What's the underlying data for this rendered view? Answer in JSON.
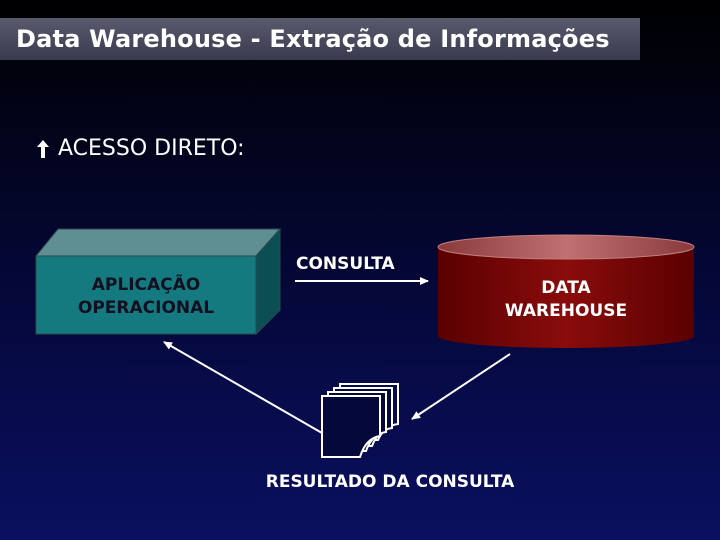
{
  "title": "Data  Warehouse - Extração de Informações",
  "bullet": {
    "icon": "arrow-up-icon",
    "label": "ACESSO DIRETO:"
  },
  "diagram": {
    "app_box": {
      "line1": "APLICAÇÃO",
      "line2": "OPERACIONAL"
    },
    "warehouse": {
      "line1": "DATA",
      "line2": "WAREHOUSE"
    },
    "query_arrow_label": "CONSULTA",
    "result_label": "RESULTADO DA CONSULTA",
    "document_icon": "document-stack-icon"
  },
  "colors": {
    "box_front": "#157a80",
    "box_top": "#5f8f92",
    "box_side": "#0b4f55",
    "cylinder_body": "#7a0000",
    "cylinder_top": "#b06060",
    "title_bar": "#4a4a5e"
  }
}
